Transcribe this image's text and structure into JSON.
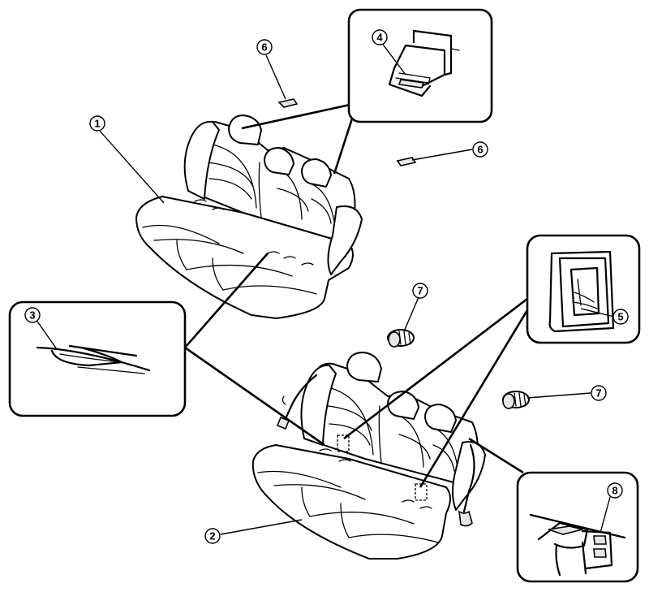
{
  "callouts": {
    "c1": "1",
    "c2": "2",
    "c3": "3",
    "c4": "4",
    "c5": "5",
    "c6a": "6",
    "c6b": "6",
    "c7a": "7",
    "c7b": "7",
    "c8": "8"
  },
  "icons": {
    "seat_upper": "rear-seat-upper-icon",
    "seat_lower": "rear-seat-lower-icon",
    "clip_pad": "clip-pad-icon",
    "bracket": "bracket-icon",
    "latch_frame": "latch-frame-icon",
    "buckle_cover": "buckle-cover-icon",
    "grommet": "grommet-icon",
    "tape": "tape-icon"
  },
  "colors": {
    "line": "#000000",
    "background": "#ffffff",
    "shade": "#e6e6e6"
  }
}
